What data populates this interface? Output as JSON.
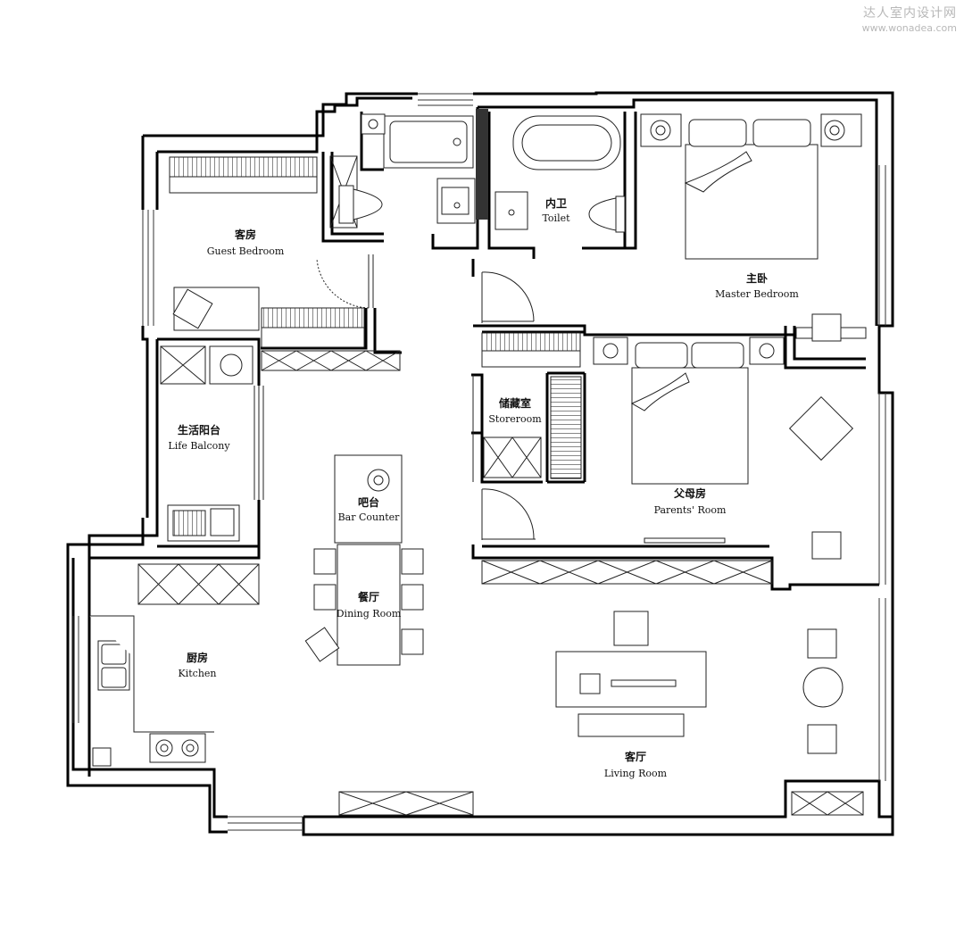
{
  "watermark": {
    "cn": "达人室内设计网",
    "url": "www.wonadea.com"
  },
  "rooms": {
    "guest_bedroom": {
      "cn": "客房",
      "en": "Guest Bedroom"
    },
    "toilet": {
      "cn": "内卫",
      "en": "Toilet"
    },
    "master_bedroom": {
      "cn": "主卧",
      "en": "Master Bedroom"
    },
    "life_balcony": {
      "cn": "生活阳台",
      "en": "Life Balcony"
    },
    "bar_counter": {
      "cn": "吧台",
      "en": "Bar Counter"
    },
    "storeroom": {
      "cn": "储藏室",
      "en": "Storeroom"
    },
    "parents_room": {
      "cn": "父母房",
      "en": "Parents' Room"
    },
    "dining_room": {
      "cn": "餐厅",
      "en": "Dining Room"
    },
    "kitchen": {
      "cn": "厨房",
      "en": "Kitchen"
    },
    "living_room": {
      "cn": "客厅",
      "en": "Living Room"
    }
  },
  "colors": {
    "wall": "#000000",
    "line": "#222222",
    "background": "#ffffff"
  }
}
